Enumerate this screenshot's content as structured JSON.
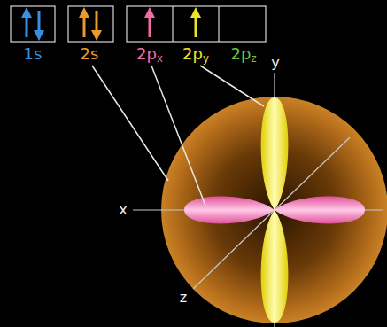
{
  "diagram": {
    "labels": [
      "1s",
      "2s",
      "2px",
      "2py",
      "2pz",
      "y",
      "x",
      "z"
    ]
  }
}
